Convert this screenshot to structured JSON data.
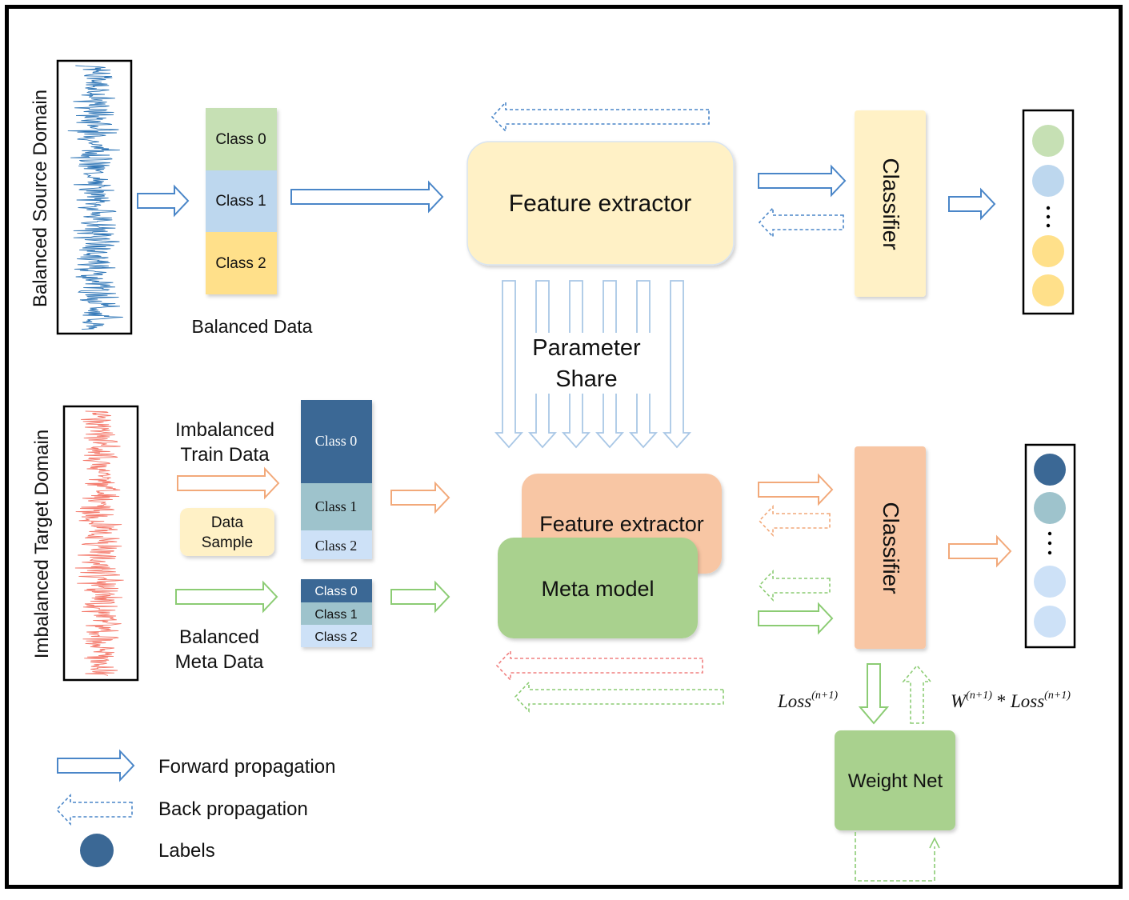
{
  "source_domain": {
    "label": "Balanced Source Domain"
  },
  "target_domain": {
    "label": "Imbalanced Target Domain"
  },
  "balanced_data": {
    "caption": "Balanced Data",
    "classes": [
      "Class 0",
      "Class 1",
      "Class 2"
    ]
  },
  "imbalanced_train": {
    "caption": "Imbalanced Train Data",
    "classes": [
      "Class 0",
      "Class 1",
      "Class 2"
    ]
  },
  "meta_data": {
    "caption": "Balanced Meta Data",
    "classes": [
      "Class 0",
      "Class 1",
      "Class 2"
    ]
  },
  "data_sample": {
    "label": "Data Sample"
  },
  "top_feature_extractor": "Feature extractor",
  "bottom_feature_extractor": "Feature extractor",
  "meta_model": "Meta model",
  "top_classifier": "Classifier",
  "bottom_classifier": "Classifier",
  "parameter_share": "Parameter Share",
  "weight_net": "Weight Net",
  "loss_label": {
    "base": "Loss",
    "sup": "(n+1)"
  },
  "weighted_loss_label": {
    "w": "W",
    "w_sup": "(n+1)",
    "op": " * ",
    "base": "Loss",
    "sup": "(n+1)"
  },
  "legend": {
    "forward": "Forward propagation",
    "back": "Back propagation",
    "labels": "Labels"
  },
  "colors": {
    "blue_arrow": "#4a86c8",
    "orange_arrow": "#f2a97a",
    "green_arrow": "#8ccc74",
    "red_arrow": "#f08080",
    "class0_light": "#c6e0b4",
    "class1_light": "#bdd7ee",
    "class2_light": "#ffe08a",
    "class0_dark": "#3b6895",
    "class1_dark": "#9ec3cc",
    "class2_dark": "#cde1f7",
    "feature_extractor_top": "#fff1c6",
    "feature_extractor_bottom": "#f8c6a4",
    "meta_model": "#a9d18e",
    "weight_net": "#a9d18e",
    "classifier_top": "#fff1c6",
    "classifier_bottom": "#f8c6a4",
    "signal_blue": "#2e75b6",
    "signal_red": "#f4796b"
  }
}
